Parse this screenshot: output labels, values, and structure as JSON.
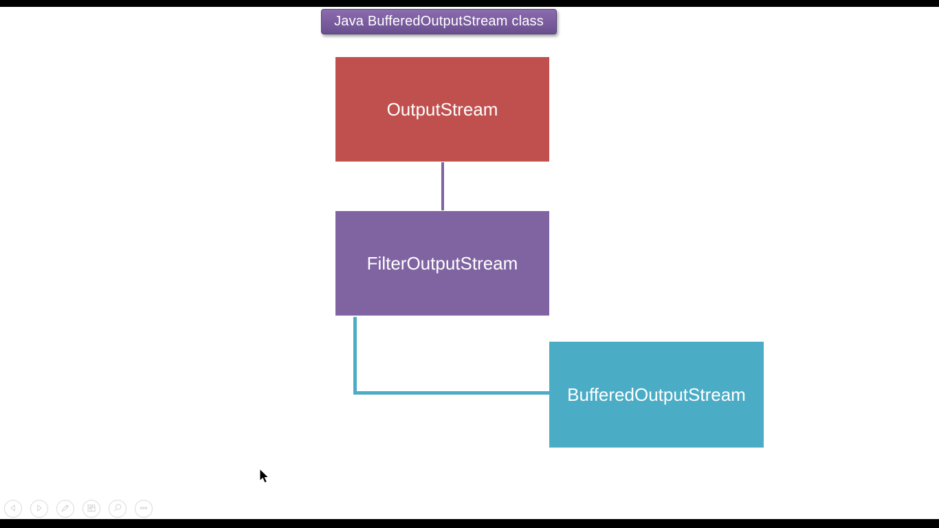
{
  "window": {
    "mode": "presentation-slideshow",
    "letterbox_color": "#000000",
    "slide_background": "#ffffff"
  },
  "slide": {
    "title_banner": {
      "text": "Java BufferedOutputStream class",
      "fill_top": "#8a6caf",
      "fill_bottom": "#69508f",
      "border_color": "#55407a",
      "text_color": "#ffffff"
    },
    "diagram": {
      "type": "class-hierarchy",
      "nodes": [
        {
          "label": "OutputStream",
          "color": "#c0504d",
          "text_color": "#ffffff"
        },
        {
          "label": "FilterOutputStream",
          "color": "#8064a2",
          "text_color": "#ffffff"
        },
        {
          "label": "BufferedOutputStream",
          "color": "#4bacc6",
          "text_color": "#ffffff"
        }
      ],
      "edges": [
        {
          "from": "OutputStream",
          "to": "FilterOutputStream",
          "color": "#8064a2",
          "shape": "straight"
        },
        {
          "from": "FilterOutputStream",
          "to": "BufferedOutputStream",
          "color": "#4bacc6",
          "shape": "elbow"
        }
      ]
    }
  },
  "presenter_toolbar": {
    "icon_color": "#d2d2d2",
    "buttons": [
      {
        "label": "Previous slide",
        "icon": "arrow-left-icon"
      },
      {
        "label": "Next slide",
        "icon": "arrow-right-icon"
      },
      {
        "label": "Pen and laser pointer tools",
        "icon": "pen-icon"
      },
      {
        "label": "See all slides",
        "icon": "slides-grid-icon"
      },
      {
        "label": "Zoom into the slide",
        "icon": "magnifier-icon"
      },
      {
        "label": "More slideshow options",
        "icon": "ellipsis-icon"
      }
    ]
  },
  "cursor": {
    "type": "arrow-pointer"
  }
}
